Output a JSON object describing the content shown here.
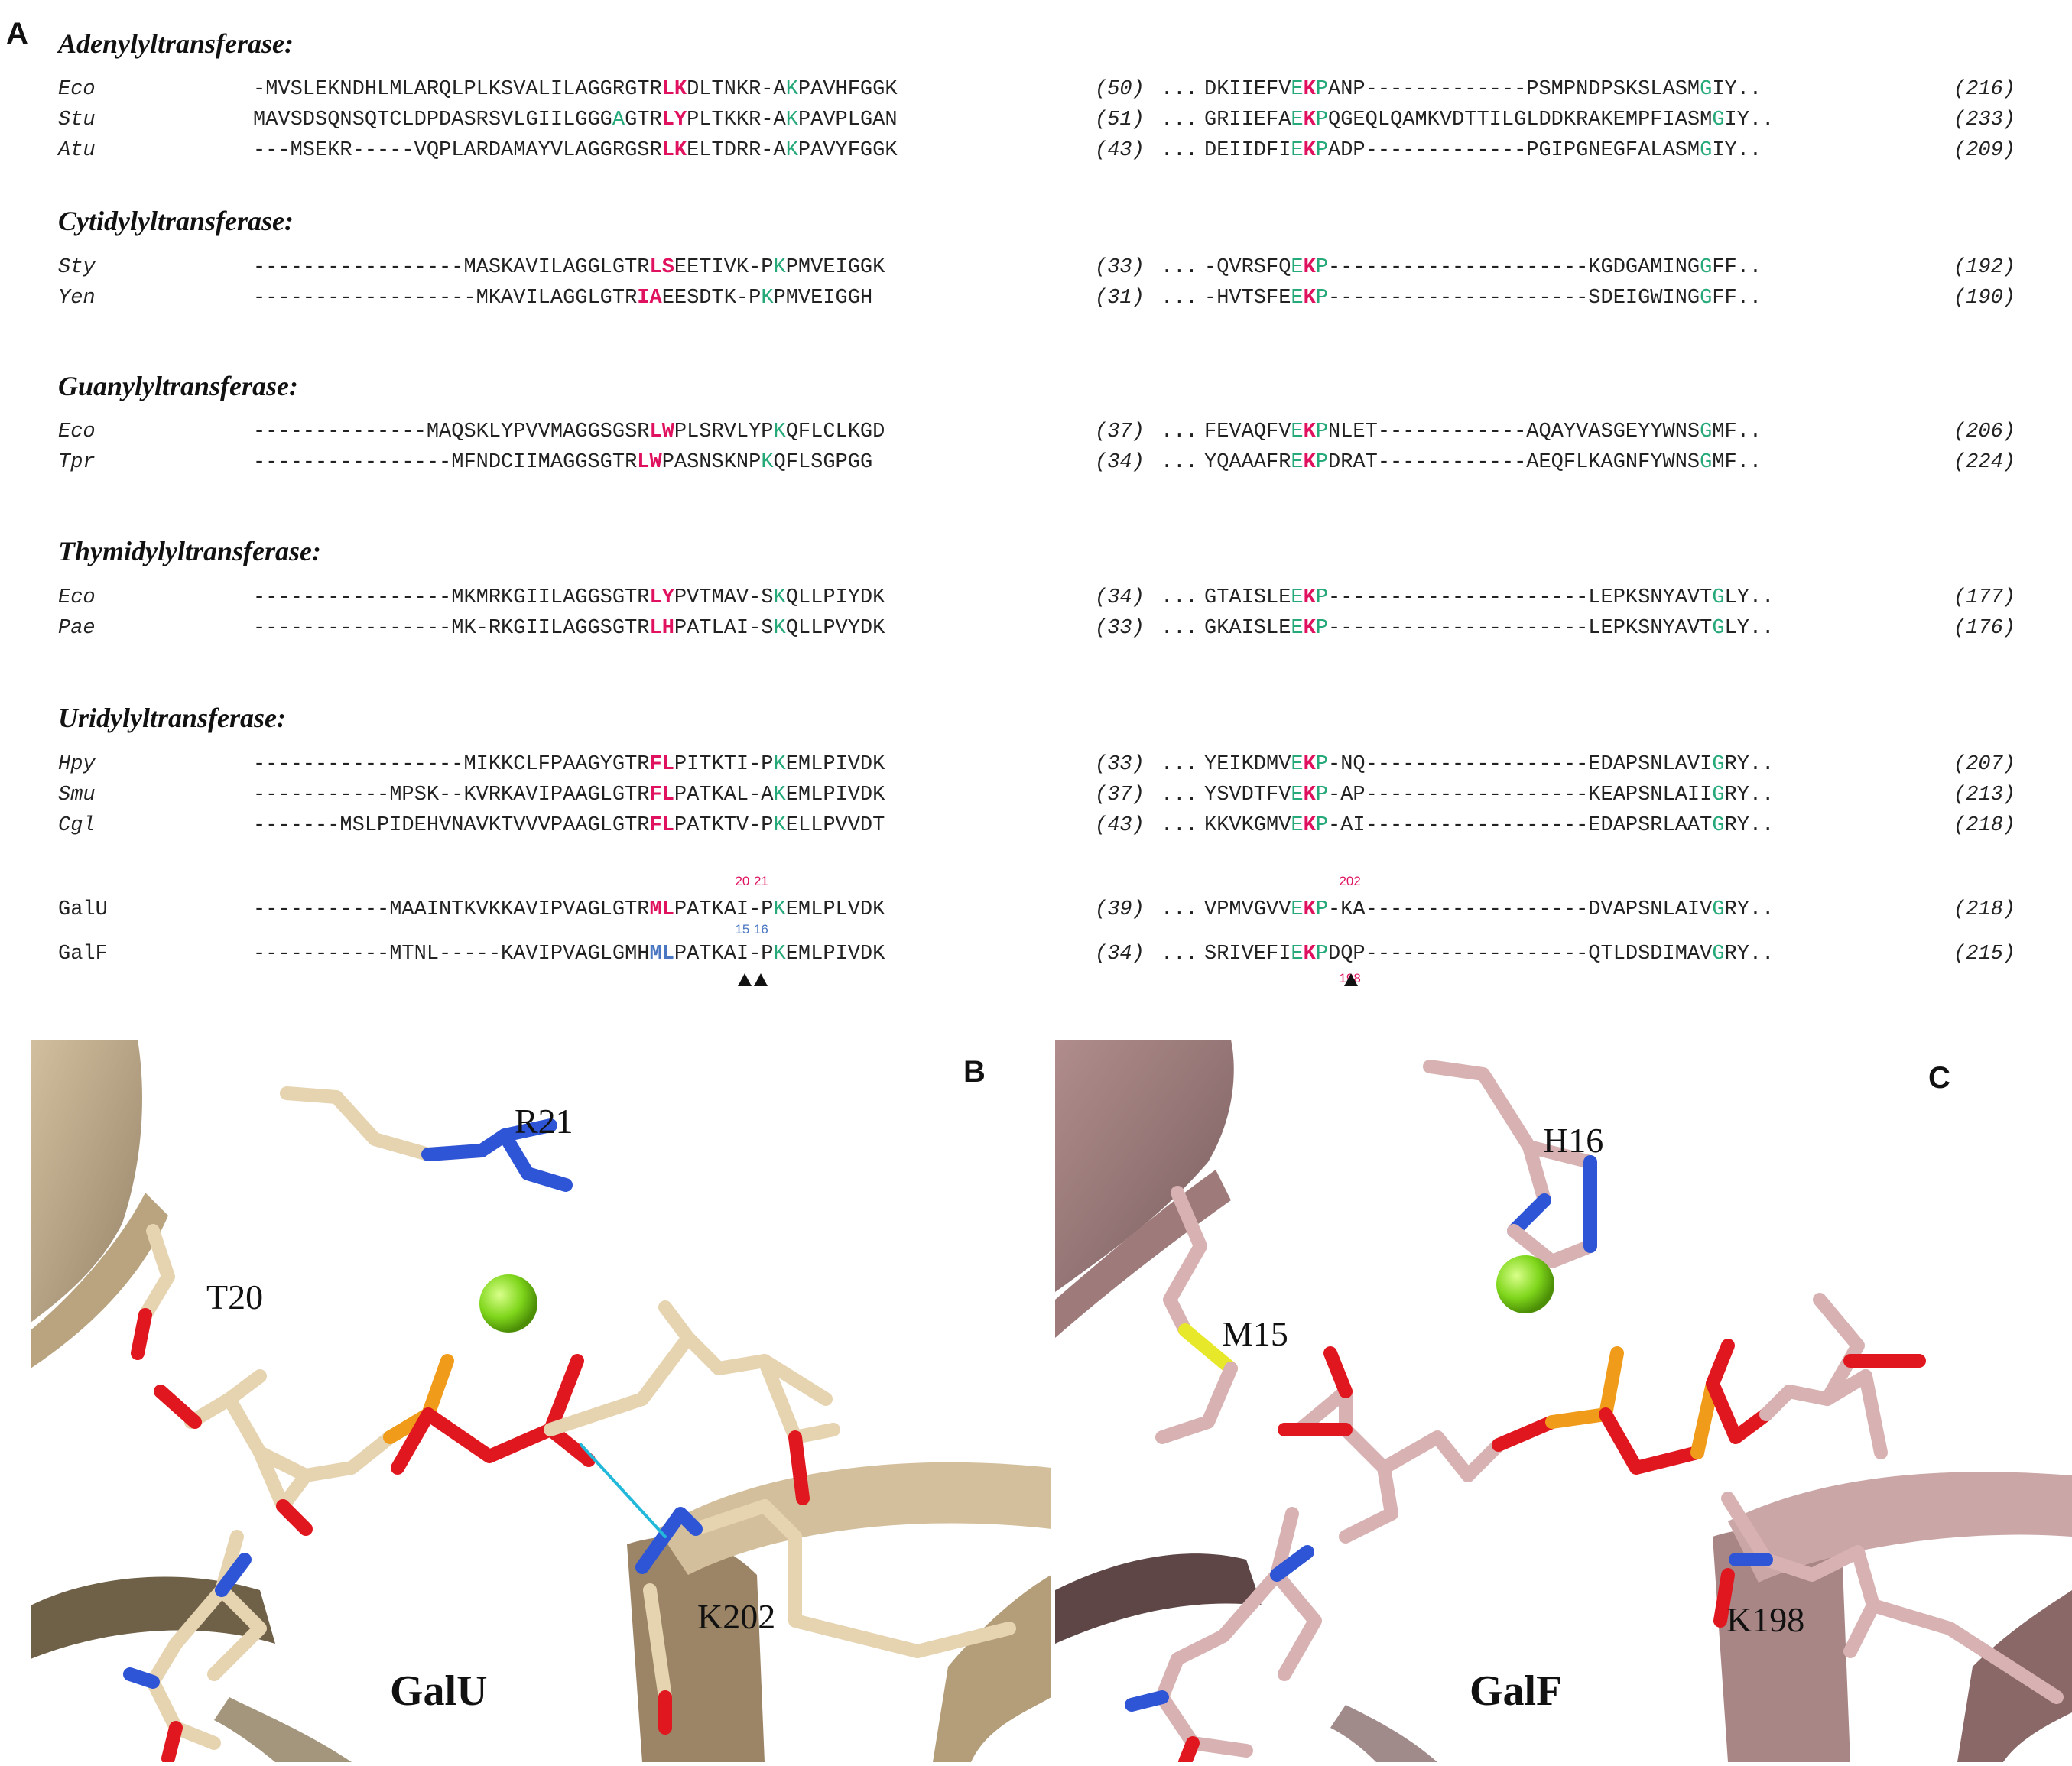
{
  "panels": {
    "a": "A",
    "b": "B",
    "c": "C"
  },
  "groups": [
    {
      "title": "Adenylyltransferase:",
      "rows": [
        {
          "org": "Eco",
          "seq": "-MVSLEKNDHLMLARQLPLKSVALILAGGRGTRLKDLTNKR-AKPAVHFGGK",
          "count1": "(50)",
          "dots": "...",
          "seq2": "DKIIEFVEKPANP-------------PSMPNDPSKSLASMGIY..",
          "count2": "(216)"
        },
        {
          "org": "Stu",
          "seq": "MAVSDSQNSQTCLDPDASRSVLGIILGGGAGTRLYPLTKKR-AKPAVPLGAN",
          "count1": "(51)",
          "dots": "...",
          "seq2": "GRIIEFAEKPQGEQLQAMKVDTTILGLDDKRAKEMPFIASMGIY..",
          "count2": "(233)"
        },
        {
          "org": "Atu",
          "seq": "---MSEKR-----VQPLARDAMAYVLAGGRGSRLKELTDRR-AKPAVYFGGK",
          "count1": "(43)",
          "dots": "...",
          "seq2": "DEIIDFIEKPADP-------------PGIPGNEGFALASMGIY..",
          "count2": "(209)"
        }
      ]
    },
    {
      "title": "Cytidylyltransferase:",
      "rows": [
        {
          "org": "Sty",
          "seq": "-----------------MASKAVILAGGLGTRLSEETIVK-PKPMVEIGGK",
          "count1": "(33)",
          "dots": "...",
          "seq2": "-QVRSFQEKP---------------------KGDGAMINGGFF..",
          "count2": "(192)"
        },
        {
          "org": "Yen",
          "seq": "------------------MKAVILAGGLGTRIAEESDTK-PKPMVEIGGH",
          "count1": "(31)",
          "dots": "...",
          "seq2": "-HVTSFEEKP---------------------SDEIGWINGGFF..",
          "count2": "(190)"
        }
      ]
    },
    {
      "title": "Guanylyltransferase:",
      "rows": [
        {
          "org": "Eco",
          "seq": "--------------MAQSKLYPVVMAGGSGSRLWPLSRVLYPKQFLCLKGD",
          "count1": "(37)",
          "dots": "...",
          "seq2": "FEVAQFVEKPNLET------------AQAYVASGEYYWNSGMF..",
          "count2": "(206)"
        },
        {
          "org": "Tpr",
          "seq": "----------------MFNDCIIMAGGSGTRLWPASNSKNPKQFLSGPGG",
          "count1": "(34)",
          "dots": "...",
          "seq2": "YQAAAFREKPDRAT------------AEQFLKAGNFYWNSGMF..",
          "count2": "(224)"
        }
      ]
    },
    {
      "title": "Thymidylyltransferase:",
      "rows": [
        {
          "org": "Eco",
          "seq": "----------------MKMRKGIILAGGSGTRLYPVTMAV-SKQLLPIYDK",
          "count1": "(34)",
          "dots": "...",
          "seq2": "GTAISLEEKP---------------------LEPKSNYAVTGLY..",
          "count2": "(177)"
        },
        {
          "org": "Pae",
          "seq": "----------------MK-RKGIILAGGSGTRLHPATLAI-SKQLLPVYDK",
          "count1": "(33)",
          "dots": "...",
          "seq2": "GKAISLEEKP---------------------LEPKSNYAVTGLY..",
          "count2": "(176)"
        }
      ]
    },
    {
      "title": "Uridylyltransferase:",
      "rows": [
        {
          "org": "Hpy",
          "seq": "-----------------MIKKCLFPAAGYGTRFLPITKTI-PKEMLPIVDK",
          "count1": "(33)",
          "dots": "...",
          "seq2": "YEIKDMVEKP-NQ------------------EDAPSNLAVIGRY..",
          "count2": "(207)"
        },
        {
          "org": "Smu",
          "seq": "-----------MPSK--KVRKAVIPAAGLGTRFLPATKAL-AKEMLPIVDK",
          "count1": "(37)",
          "dots": "...",
          "seq2": "YSVDTFVEKP-AP------------------KEAPSNLAIIGRY..",
          "count2": "(213)"
        },
        {
          "org": "Cgl",
          "seq": "-------MSLPIDEHVNAVKTVVVPAAGLGTRFLPATKTV-PKELLPVVDT",
          "count1": "(43)",
          "dots": "...",
          "seq2": "KKVKGMVEKP-AI------------------EDAPSRLAATGRY..",
          "count2": "(218)"
        }
      ]
    }
  ],
  "special": [
    {
      "org": "GalU",
      "seq": "-----------MAAINTKVKKAVIPVAGLGTRMLPATKAI-PKEMLPLVDK",
      "count1": "(39)",
      "dots": "...",
      "seq2": "VPMVGVVEKP-KA------------------DVAPSNLAIVGRY..",
      "count2": "(218)"
    },
    {
      "org": "GalF",
      "seq": "-----------MTNL-----KAVIPVAGLGMHMLPATKAI-PKEMLPIVDK",
      "count1": "(34)",
      "dots": "...",
      "seq2": "SRIVEFIEKPDQP------------------QTLDSDIMAVGRY..",
      "count2": "(215)"
    }
  ],
  "residue_numbers": {
    "galu_20": "20",
    "galu_21": "21",
    "galu_202": "202",
    "galf_15": "15",
    "galf_16": "16",
    "galf_198": "198"
  },
  "structure_b": {
    "title": "GalU",
    "r21": "R21",
    "t20": "T20",
    "k202": "K202"
  },
  "structure_c": {
    "title": "GalF",
    "h16": "H16",
    "m15": "M15",
    "k198": "K198"
  },
  "colors": {
    "conserved_green": "#25a979",
    "key_magenta": "#e0115f",
    "galf_blue": "#4a77c1",
    "galu_tan": "#dcc39f",
    "galf_rose": "#c9a2a2",
    "magnesium": "#7fd61b"
  }
}
